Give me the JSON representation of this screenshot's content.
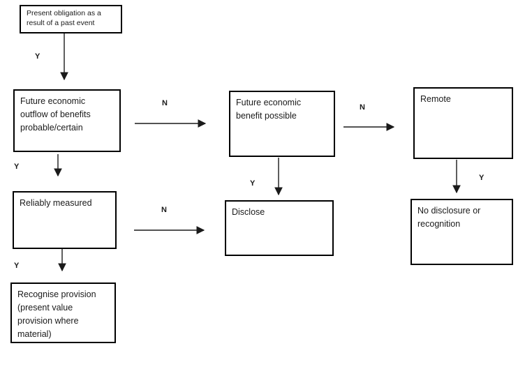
{
  "diagram": {
    "boxes": [
      {
        "id": "present-obligation",
        "text": "Present obligation as a\nresult of a past event"
      },
      {
        "id": "future-outflow",
        "text": "Future economic\noutflow of benefits\nprobable/certain"
      },
      {
        "id": "benefit-possible",
        "text": "Future economic\nbenefit possible"
      },
      {
        "id": "remote",
        "text": "Remote"
      },
      {
        "id": "reliably-measured",
        "text": "Reliably measured"
      },
      {
        "id": "disclose",
        "text": "Disclose"
      },
      {
        "id": "no-disclosure",
        "text": "No disclosure or\nrecognition"
      },
      {
        "id": "recognise-provision",
        "text": "Recognise provision\n(present value\nprovision where\nmaterial)"
      }
    ],
    "edge_labels": [
      {
        "id": "y-obligation-to-outflow",
        "text": "Y"
      },
      {
        "id": "n-outflow-to-possible",
        "text": "N"
      },
      {
        "id": "n-possible-to-remote",
        "text": "N"
      },
      {
        "id": "y-outflow-to-measured",
        "text": "Y"
      },
      {
        "id": "n-measured-to-disclose",
        "text": "N"
      },
      {
        "id": "y-possible-to-disclose",
        "text": "Y"
      },
      {
        "id": "y-remote-to-nodisclosure",
        "text": "Y"
      },
      {
        "id": "y-measured-to-recognise",
        "text": "Y"
      }
    ],
    "colors": {
      "background": "#ffffff",
      "box_border": "#000000",
      "line": "#1a1a1a",
      "text": "#1a1a1a"
    }
  }
}
